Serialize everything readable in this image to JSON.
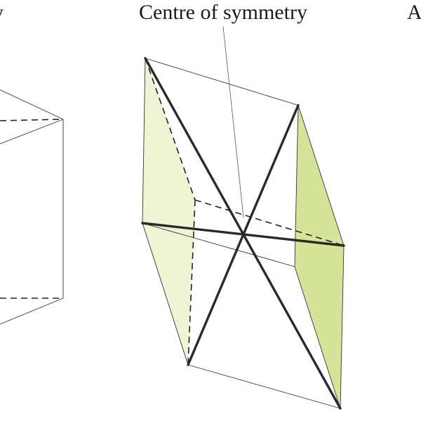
{
  "labels": {
    "left_fragment": "y",
    "center": "Centre of symmetry",
    "right_fragment": "A"
  },
  "colors": {
    "face_light": "#eef4d4",
    "face_dark": "#d6e49a",
    "edge": "#2a2a2a"
  }
}
